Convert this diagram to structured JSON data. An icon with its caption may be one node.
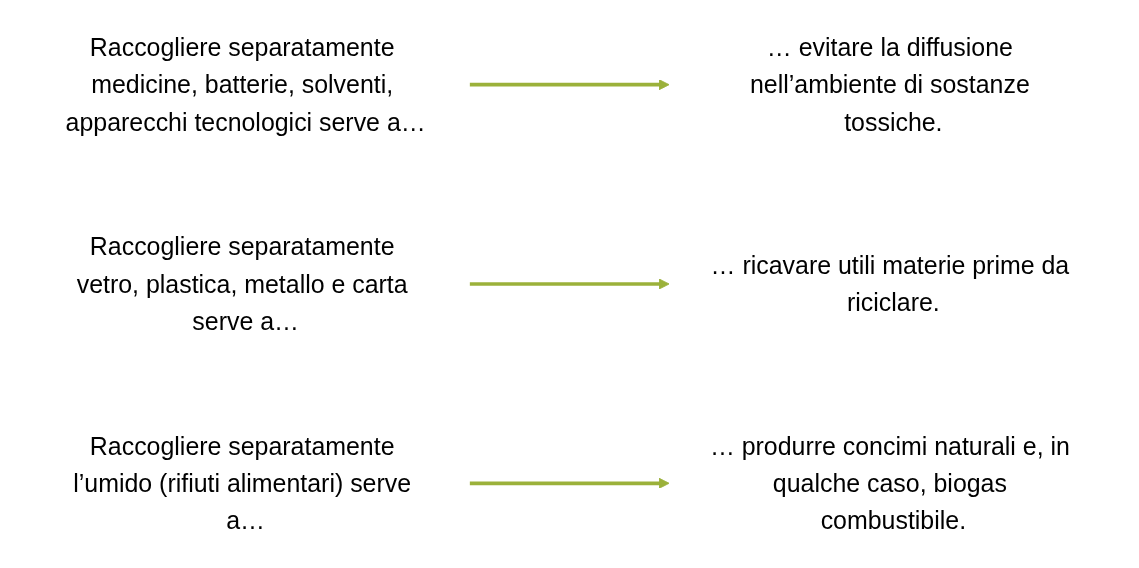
{
  "diagram": {
    "nodes": [
      {
        "text": [
          "Raccogliere separatamente medicine, batterie, solventi, apparecchi tecnologici serve a…"
        ]
      },
      {
        "text": [
          "… produrre concimi naturali e, in qualche caso, biogas combustibile."
        ]
      },
      {
        "text": [
          "Raccogliere separatamente vetro, plastica, metallo e carta serve a…"
        ]
      },
      {
        "text": [
          "… ricavare utili materie prime da riciclare."
        ]
      },
      {
        "text": [
          "Raccogliere separatamente l’umido (rifiuti alimentari) serve a…"
        ]
      },
      {
        "text": [
          "… evitare la diffusione nell’ambiente di sostanze tossiche."
        ]
      }
    ],
    "edges": [
      {
        "from": 0,
        "to": 5,
        "arrow": "to"
      },
      {
        "from": 2,
        "to": 3,
        "arrow": "to"
      },
      {
        "from": 4,
        "to": 1,
        "arrow": "to"
      }
    ]
  }
}
